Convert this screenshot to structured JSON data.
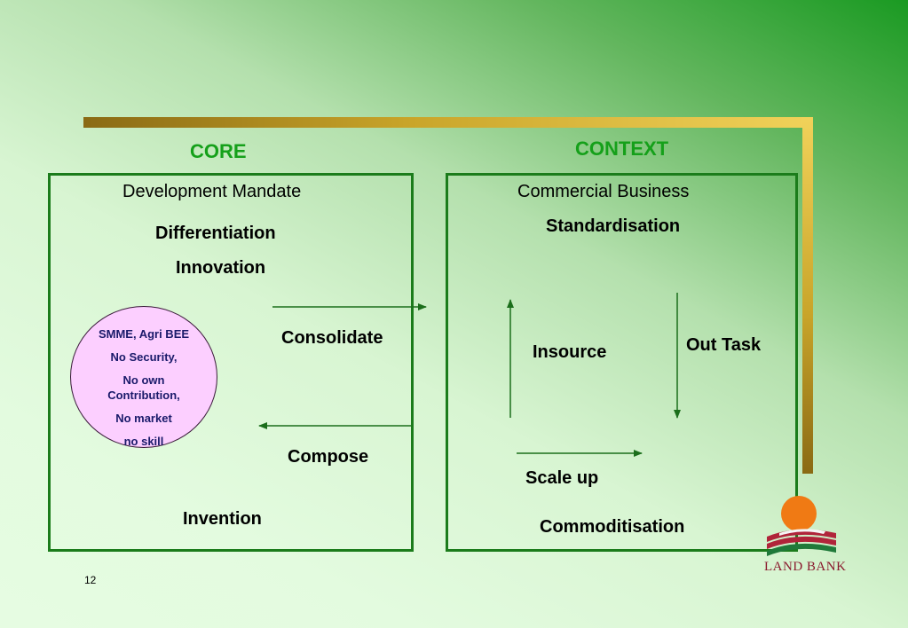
{
  "core": {
    "title": "CORE",
    "development_mandate": "Development  Mandate",
    "differentiation": "Differentiation",
    "innovation": "Innovation",
    "consolidate": "Consolidate",
    "compose": "Compose",
    "invention": "Invention",
    "circle": {
      "line1": "SMME, Agri BEE",
      "line2": "No Security,",
      "line3": "No own",
      "line4": "Contribution,",
      "line5": "No market",
      "line6": "no skill"
    }
  },
  "context": {
    "title": "CONTEXT",
    "commercial_business": "Commercial  Business",
    "standardisation": "Standardisation",
    "insource": "Insource",
    "out_task": "Out Task",
    "scale_up": "Scale up",
    "commoditisation": "Commoditisation"
  },
  "logo": {
    "text": "LAND BANK",
    "icon": "land-bank-logo"
  },
  "page_number": "12",
  "colors": {
    "header_green": "#15a01a",
    "border_green": "#1b7c1b",
    "circle_fill": "#fccfff",
    "bracket_gold": "#c9a52a",
    "logo_orange": "#f07a14",
    "logo_red": "#b0243a"
  }
}
